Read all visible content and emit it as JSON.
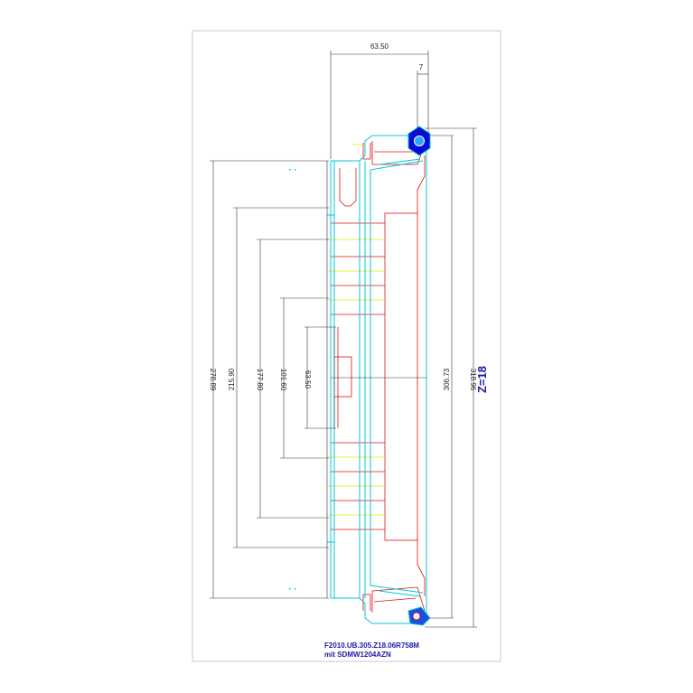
{
  "dimensions": {
    "top_width": "63.50",
    "top_small": "7",
    "d1": "278.89",
    "d2": "215.90",
    "d3": "177.80",
    "d4": "101.60",
    "d5": "63.50",
    "d6": "306.73",
    "d7": "318.96"
  },
  "z_label": "Z=18",
  "caption": {
    "line1": "F2010.UB.305.Z18.06R758M",
    "line2": "mit SDMW1204AZN"
  },
  "colors": {
    "cyan": "#00c8dc",
    "red": "#e01010",
    "yellow": "#e8e800",
    "blue": "#1a1aa8",
    "dark": "#333333"
  }
}
